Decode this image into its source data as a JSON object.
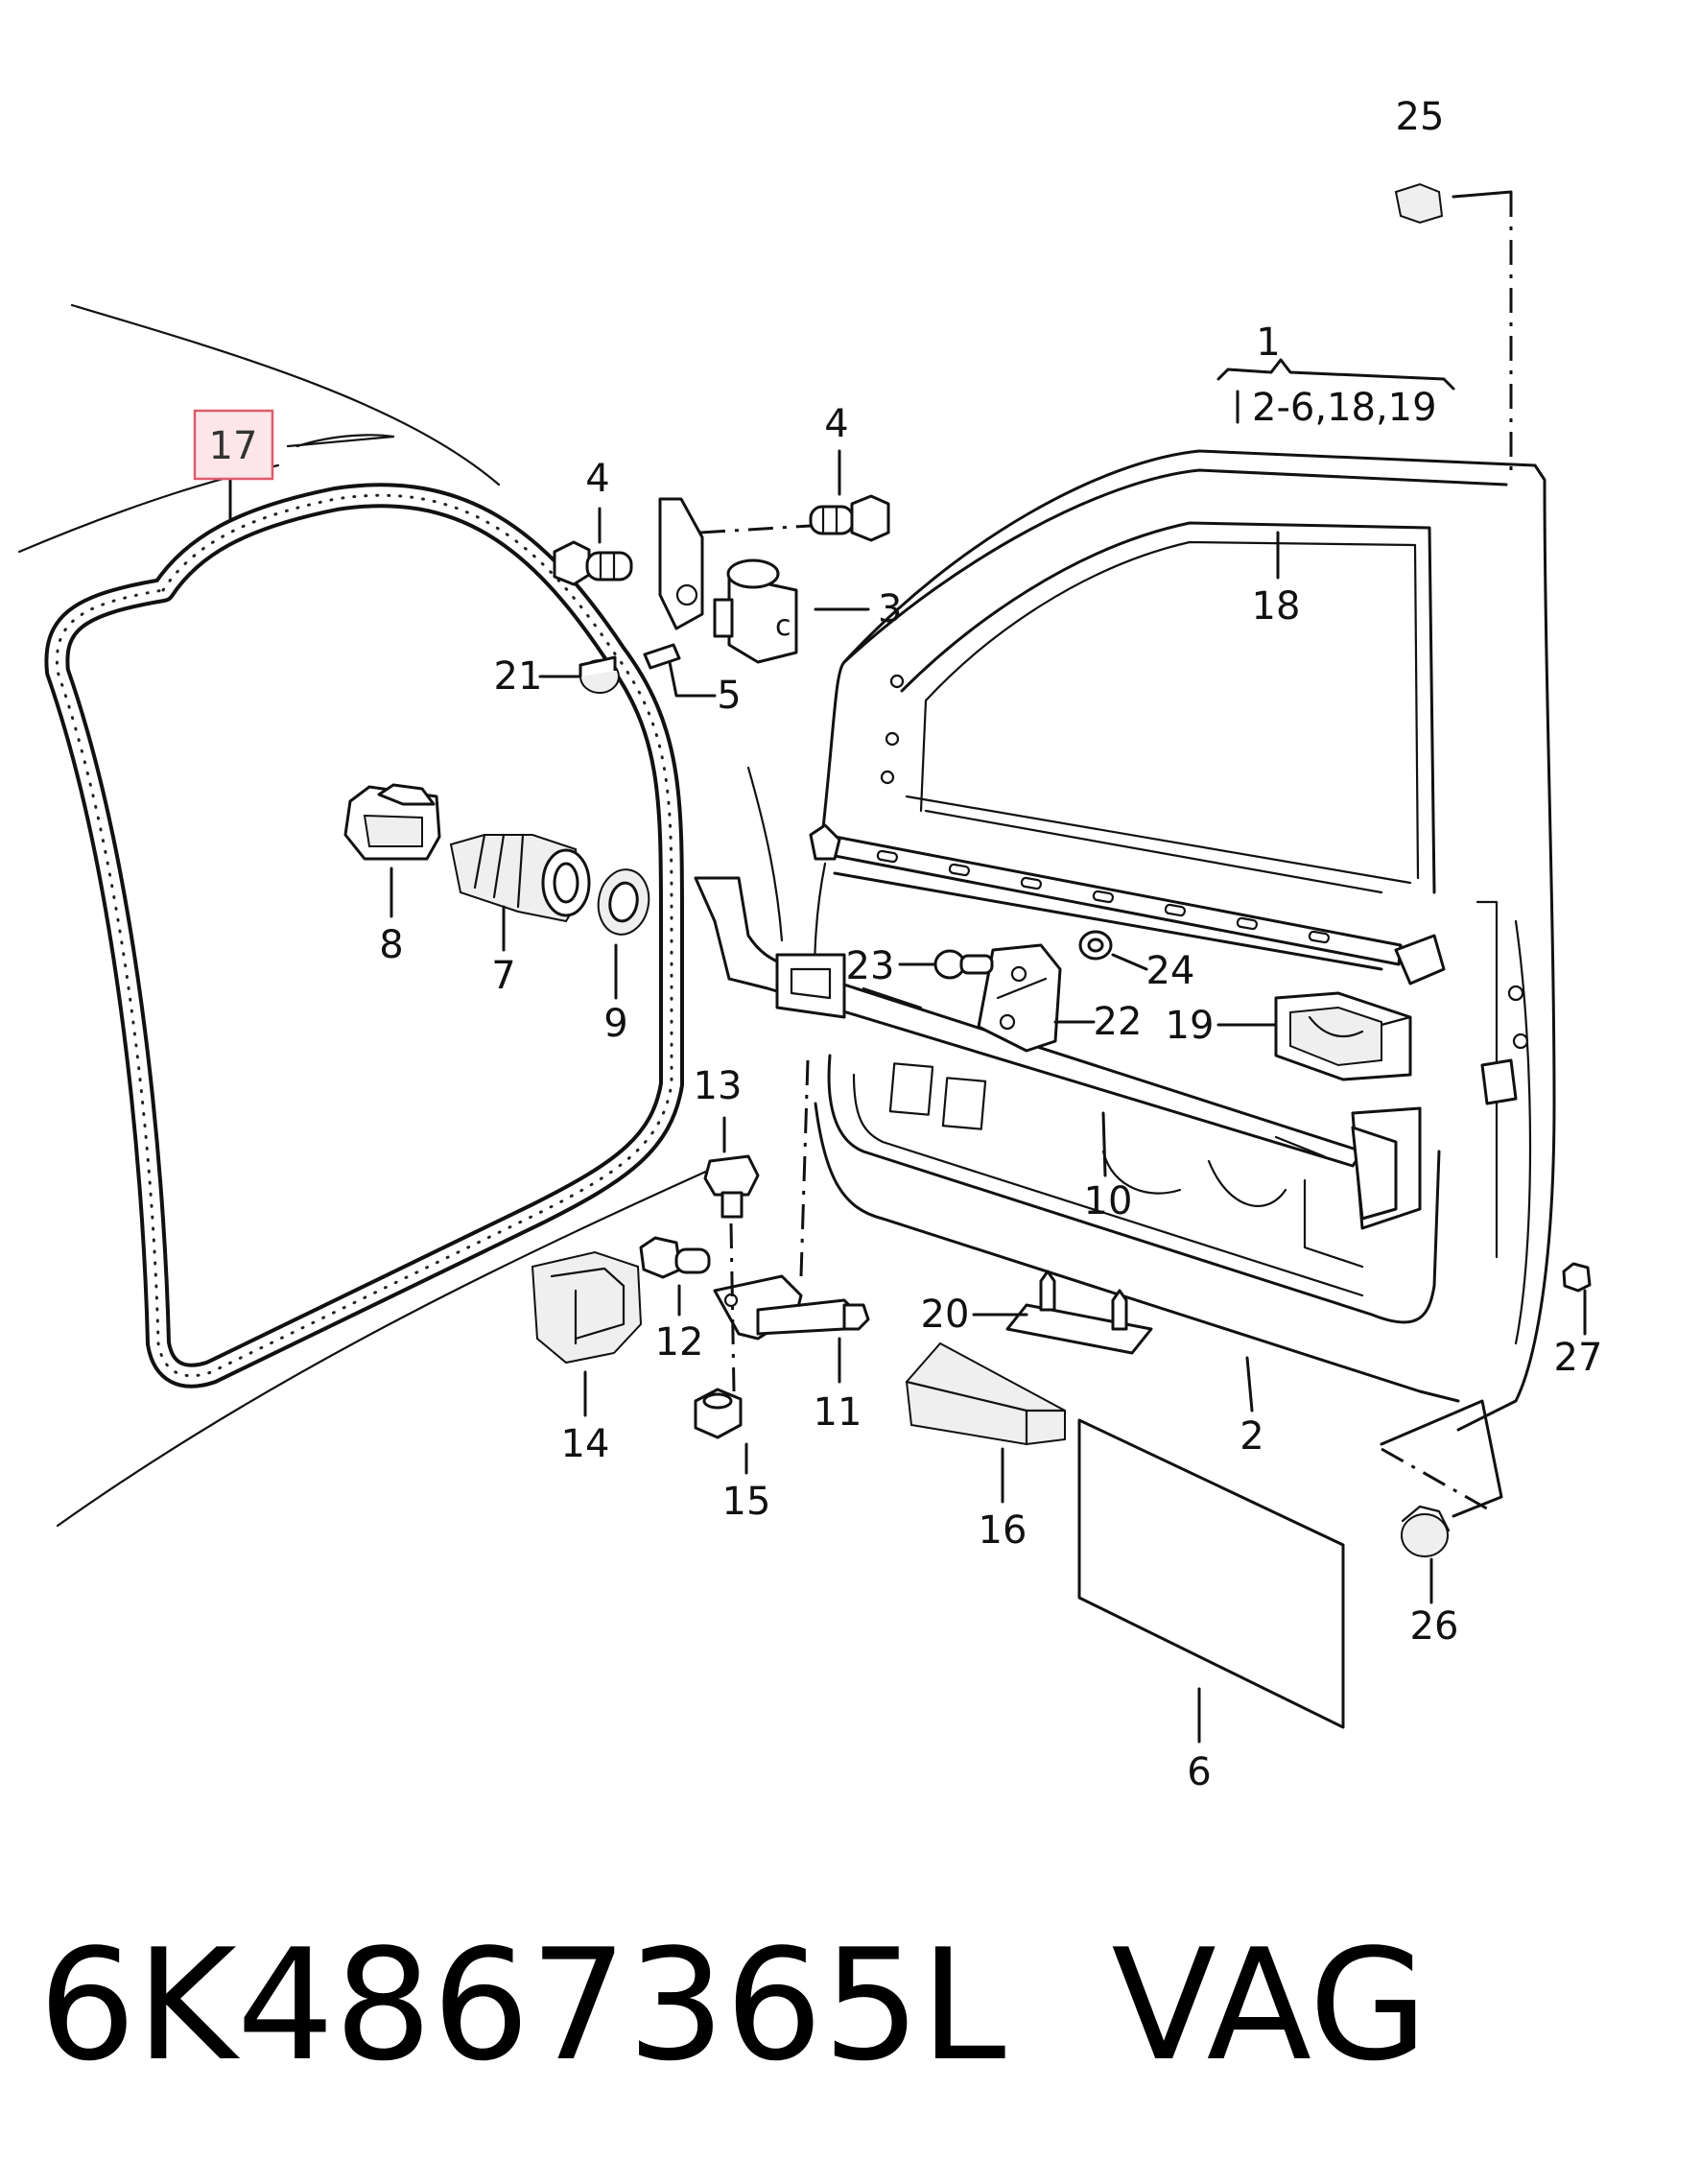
{
  "diagram": {
    "callouts": {
      "p1": "1",
      "p1_sub": "2-6,18,19",
      "p2": "2",
      "p3": "3",
      "p4a": "4",
      "p4b": "4",
      "p5": "5",
      "p6": "6",
      "p7": "7",
      "p8": "8",
      "p9": "9",
      "p10": "10",
      "p11": "11",
      "p12": "12",
      "p13": "13",
      "p14": "14",
      "p15": "15",
      "p16": "16",
      "p17": "17",
      "p18": "18",
      "p19": "19",
      "p20": "20",
      "p21": "21",
      "p22": "22",
      "p23": "23",
      "p24": "24",
      "p25": "25",
      "p26": "26",
      "p27": "27"
    },
    "highlight": {
      "part": "17",
      "color": "#e05a6a",
      "fill": "#fde6e9"
    }
  },
  "footer": {
    "part_number": "6K4867365L",
    "brand": "VAG"
  }
}
